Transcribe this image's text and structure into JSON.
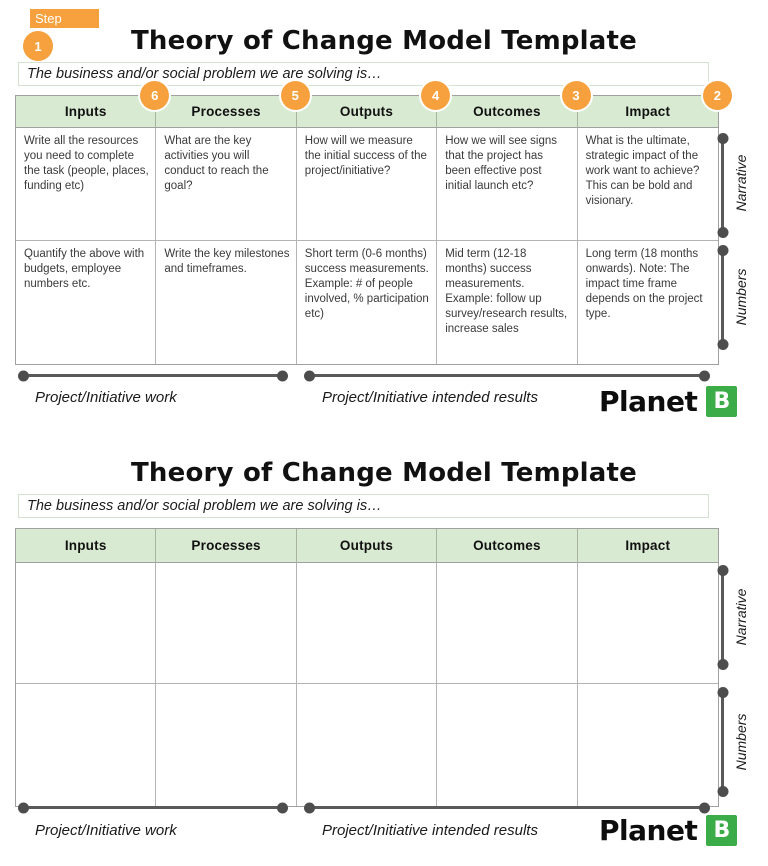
{
  "colors": {
    "accent_orange": "#F6A13D",
    "header_green": "#D9EAD3",
    "logo_green": "#3BAC47",
    "line_gray": "#595959"
  },
  "step": {
    "badge_label": "Step",
    "first_number": "1",
    "header_numbers": [
      "6",
      "5",
      "4",
      "3",
      "2"
    ]
  },
  "title": "Theory of Change Model Template",
  "problem_prompt": "The business and/or social problem we are solving is…",
  "columns": [
    "Inputs",
    "Processes",
    "Outputs",
    "Outcomes",
    "Impact"
  ],
  "side_labels": {
    "narrative": "Narrative",
    "numbers": "Numbers"
  },
  "footer": {
    "work_label": "Project/Initiative work",
    "results_label": "Project/Initiative intended results"
  },
  "logo": {
    "name": "Planet",
    "badge": "B"
  },
  "filled": {
    "narrative": [
      "Write all the resources you need to complete the task (people, places, funding etc)",
      "What are the key activities you will conduct to reach the goal?",
      "How will we measure the initial success of the project/initiative?",
      "How we will see signs that the project has been effective post initial launch etc?",
      "What is the ultimate, strategic impact of the work want to achieve? This can be bold and visionary."
    ],
    "numbers": [
      "Quantify the above with budgets, employee numbers etc.",
      "Write the key milestones and timeframes.",
      "Short term (0-6 months) success measurements. Example: # of people involved, % participation etc)",
      "Mid term (12-18 months) success measurements. Example: follow up survey/research results, increase sales",
      "Long term (18 months onwards). Note: The impact time frame depends on the project type."
    ]
  }
}
